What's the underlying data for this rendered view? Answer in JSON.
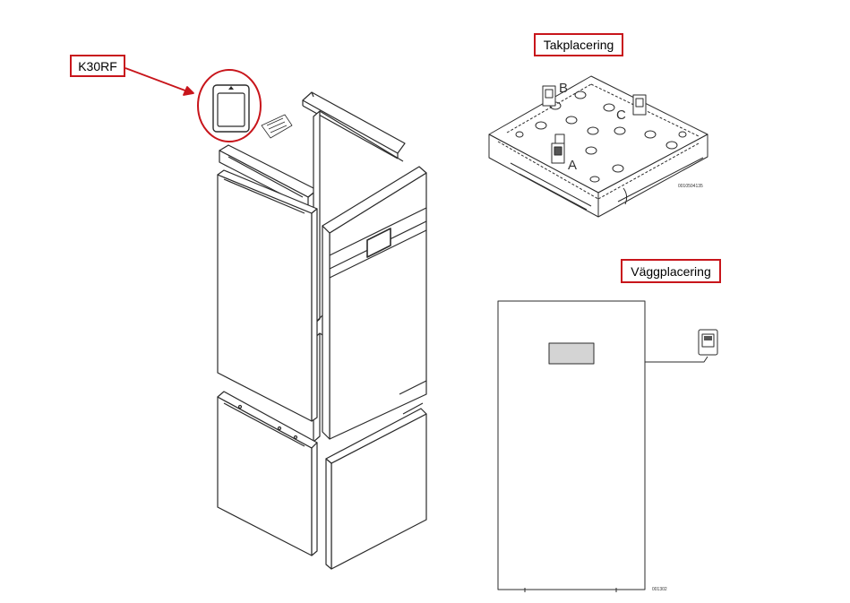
{
  "labels": {
    "k30rf": "K30RF",
    "ceiling_title": "Takplacering",
    "wall_title": "Väggplacering"
  },
  "ceiling_points": {
    "a": "A",
    "b": "B",
    "c": "C"
  },
  "codes": {
    "ceiling_code": "0010504135",
    "wall_code": "001302"
  },
  "colors": {
    "callout_red": "#c8151b",
    "line": "#2b2b2b",
    "display_fill": "#d4d4d4"
  }
}
